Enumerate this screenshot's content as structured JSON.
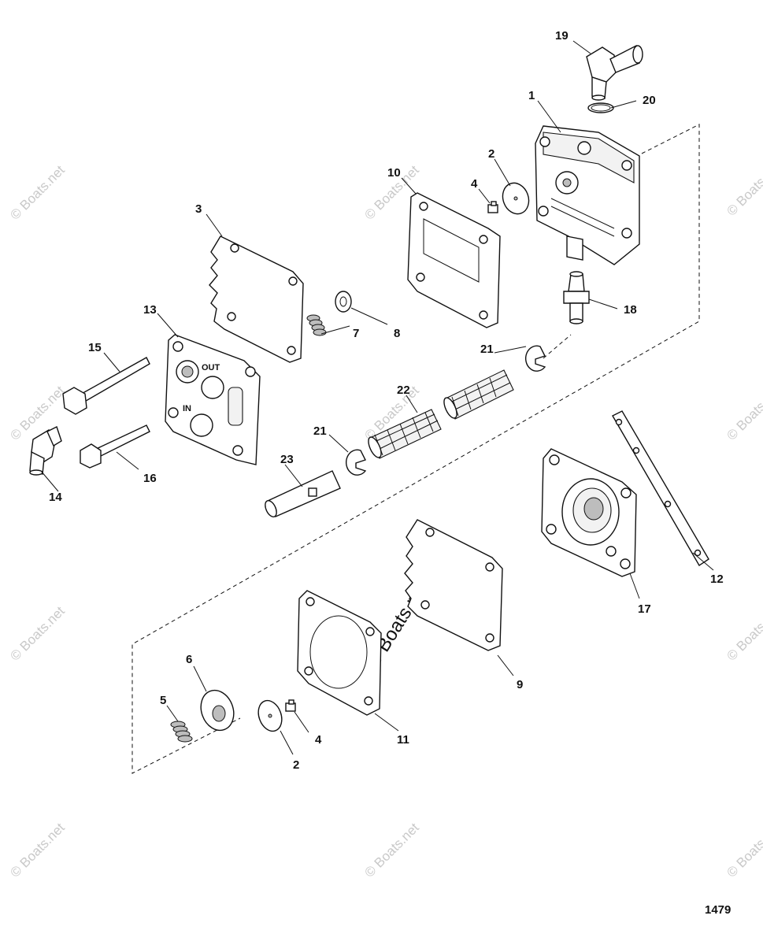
{
  "watermark": "© Boats.net",
  "figure_number": "1479",
  "labels": {
    "l1": "1",
    "l2a": "2",
    "l2b": "2",
    "l3": "3",
    "l4a": "4",
    "l4b": "4",
    "l5": "5",
    "l6": "6",
    "l7": "7",
    "l8": "8",
    "l9": "9",
    "l10": "10",
    "l11": "11",
    "l12": "12",
    "l13": "13",
    "l14": "14",
    "l15": "15",
    "l16": "16",
    "l17": "17",
    "l18": "18",
    "l19": "19",
    "l20": "20",
    "l21a": "21",
    "l21b": "21",
    "l22": "22",
    "l23": "23"
  },
  "stamped_text": {
    "out": "OUT",
    "in": "IN"
  }
}
